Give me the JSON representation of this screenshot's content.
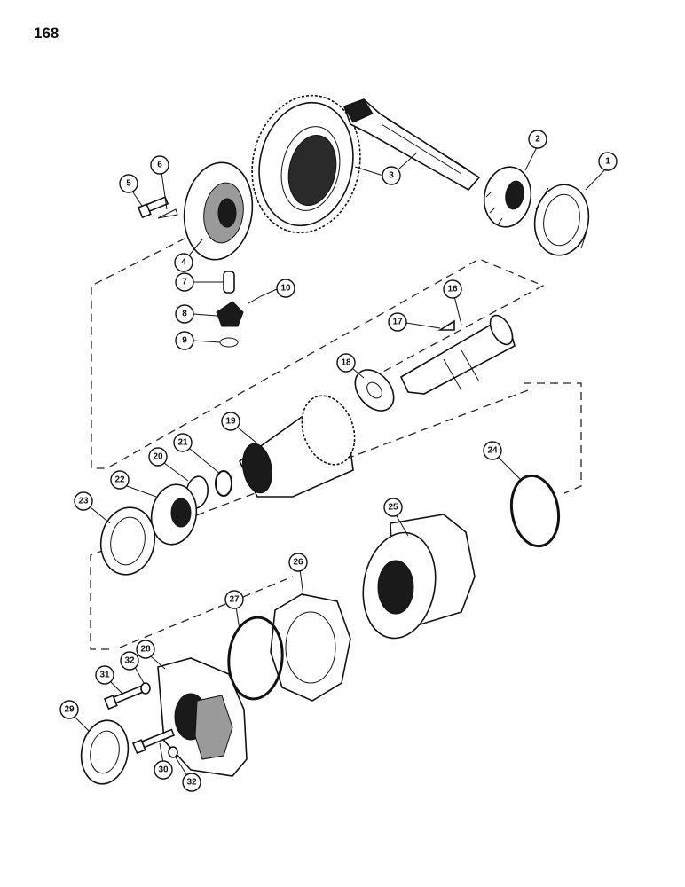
{
  "page": {
    "number": "168"
  },
  "parts": [
    {
      "id": "p1",
      "callout": "1"
    },
    {
      "id": "p2",
      "callout": "2"
    },
    {
      "id": "p3",
      "callout": "3"
    },
    {
      "id": "p4",
      "callout": "4"
    },
    {
      "id": "p5",
      "callout": "5"
    },
    {
      "id": "p6",
      "callout": "6"
    },
    {
      "id": "p7",
      "callout": "7"
    },
    {
      "id": "p8",
      "callout": "8"
    },
    {
      "id": "p9",
      "callout": "9"
    },
    {
      "id": "p10",
      "callout": "10"
    },
    {
      "id": "p16",
      "callout": "16"
    },
    {
      "id": "p17",
      "callout": "17"
    },
    {
      "id": "p18",
      "callout": "18"
    },
    {
      "id": "p19",
      "callout": "19"
    },
    {
      "id": "p20",
      "callout": "20"
    },
    {
      "id": "p21",
      "callout": "21"
    },
    {
      "id": "p22",
      "callout": "22"
    },
    {
      "id": "p23",
      "callout": "23"
    },
    {
      "id": "p24",
      "callout": "24"
    },
    {
      "id": "p25",
      "callout": "25"
    },
    {
      "id": "p26",
      "callout": "26"
    },
    {
      "id": "p27",
      "callout": "27"
    },
    {
      "id": "p28",
      "callout": "28"
    },
    {
      "id": "p29",
      "callout": "29"
    },
    {
      "id": "p30",
      "callout": "30"
    },
    {
      "id": "p31",
      "callout": "31"
    },
    {
      "id": "p32a",
      "callout": "32"
    },
    {
      "id": "p32b",
      "callout": "32"
    }
  ]
}
